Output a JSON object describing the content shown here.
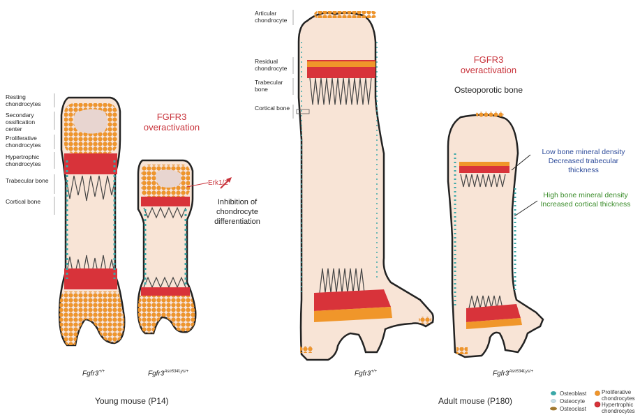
{
  "young_labels": {
    "resting": "Resting chondrocytes",
    "secondary": "Secondary ossification center",
    "proliferative": "Proliferative chondrocytes",
    "hypertrophic": "Hypertrophic chondrocytes",
    "trabecular": "Trabecular bone",
    "cortical": "Cortical bone"
  },
  "adult_labels": {
    "articular": "Articular chondrocyte",
    "residual": "Residual chondrocyte",
    "trabecular": "Trabecular bone",
    "cortical": "Cortical bone"
  },
  "young_overactivation": {
    "line1": "FGFR3",
    "line2": "overactivation"
  },
  "erk": "Erk1/2",
  "inhibition": {
    "line1": "Inhibition of",
    "line2": "chondrocyte",
    "line3": "differentiation"
  },
  "adult_overactivation": {
    "line1": "FGFR3",
    "line2": "overactivation"
  },
  "osteoporotic": "Osteoporotic bone",
  "low_density": {
    "line1": "Low bone mineral density",
    "line2": "Decreased trabecular",
    "line3": "thickness"
  },
  "high_density": {
    "line1": "High bone mineral density",
    "line2": "Increased cortical thickness"
  },
  "genotypes": {
    "wt_base": "Fgfr3",
    "wt_sup": "+/+",
    "mut_base": "Fgfr3",
    "mut_sup": "Asn534Lys/+"
  },
  "captions": {
    "young": "Young mouse (P14)",
    "adult": "Adult mouse (P180)"
  },
  "legend": {
    "osteoblast": "Osteoblast",
    "osteocyte": "Osteocyte",
    "osteoclast": "Osteoclast",
    "proliferative": "Proliferative chondrocytes",
    "hypertrophic": "Hypertrophic chondrocytes"
  },
  "colors": {
    "bone_fill": "#f8e4d6",
    "orange": "#f0962a",
    "red": "#d8333a",
    "teal": "#3aa8a8",
    "title_red": "#c8323a",
    "blue": "#2c4a9a",
    "green": "#3a8c2a"
  }
}
